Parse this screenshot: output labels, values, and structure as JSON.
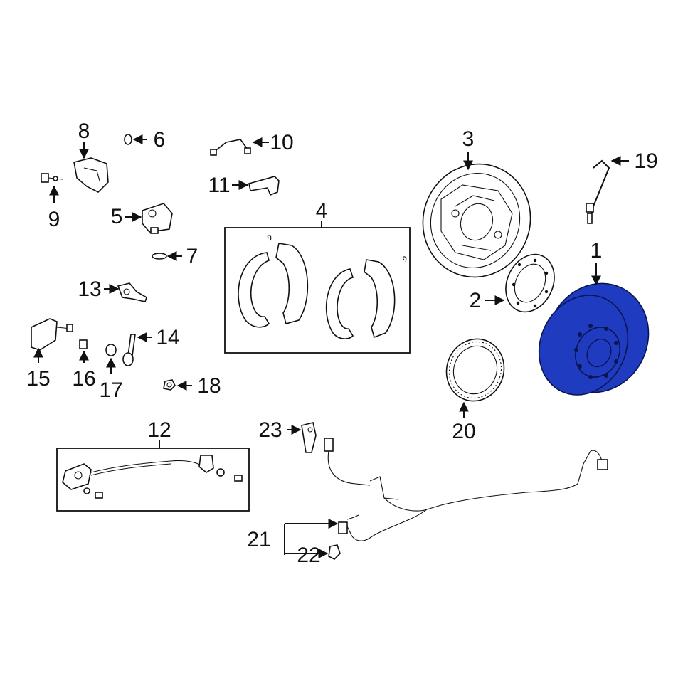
{
  "highlight_color": "#1f3bbf",
  "callouts": [
    {
      "id": "c1",
      "label": "1"
    },
    {
      "id": "c2",
      "label": "2"
    },
    {
      "id": "c3",
      "label": "3"
    },
    {
      "id": "c4",
      "label": "4"
    },
    {
      "id": "c5",
      "label": "5"
    },
    {
      "id": "c6",
      "label": "6"
    },
    {
      "id": "c7",
      "label": "7"
    },
    {
      "id": "c8",
      "label": "8"
    },
    {
      "id": "c9",
      "label": "9"
    },
    {
      "id": "c10",
      "label": "10"
    },
    {
      "id": "c11",
      "label": "11"
    },
    {
      "id": "c12",
      "label": "12"
    },
    {
      "id": "c13",
      "label": "13"
    },
    {
      "id": "c14",
      "label": "14"
    },
    {
      "id": "c15",
      "label": "15"
    },
    {
      "id": "c16",
      "label": "16"
    },
    {
      "id": "c17",
      "label": "17"
    },
    {
      "id": "c18",
      "label": "18"
    },
    {
      "id": "c19",
      "label": "19"
    },
    {
      "id": "c20",
      "label": "20"
    },
    {
      "id": "c21",
      "label": "21"
    },
    {
      "id": "c22",
      "label": "22"
    },
    {
      "id": "c23",
      "label": "23"
    }
  ]
}
